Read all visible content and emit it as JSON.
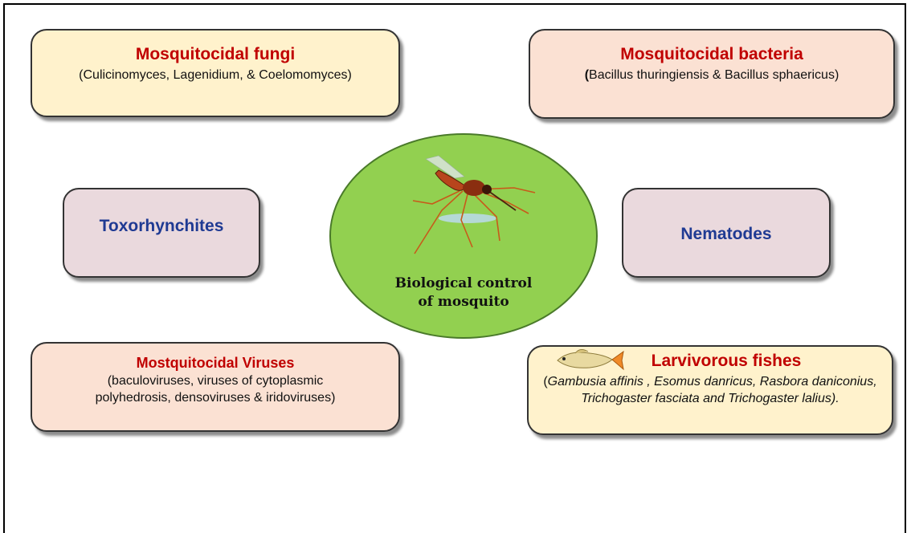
{
  "nodes": {
    "fungi": {
      "title": "Mosquitocidal fungi",
      "subtitle": "(Culicinomyces, Lagenidium, & Coelomomyces)"
    },
    "bacteria": {
      "title": "Mosquitocidal bacteria",
      "subtitle_bold": "(",
      "subtitle": "Bacillus thuringiensis  & Bacillus sphaericus)"
    },
    "toxorhynchites": {
      "title": "Toxorhynchites"
    },
    "nematodes": {
      "title": "Nematodes"
    },
    "viruses": {
      "title": "Mostquitocidal Viruses",
      "subtitle": "(baculoviruses, viruses of cytoplasmic polyhedrosis, densoviruses & iridoviruses)"
    },
    "fishes": {
      "title": "Larvivorous fishes",
      "subtitle": "Gambusia affinis , Esomus danricus, Rasbora daniconius, Trichogaster fasciata and Trichogaster lalius).",
      "subtitle_open": "("
    }
  },
  "center": {
    "label_line1": "Biological control",
    "label_line2": "of mosquito"
  },
  "colors": {
    "fungi_fill": "#fff2cc",
    "bacteria_fill": "#fbe1d3",
    "toxorhynchites_fill": "#ead9dd",
    "nematodes_fill": "#ead9dd",
    "viruses_fill": "#fbe1d3",
    "fishes_fill": "#fff2cc",
    "center_fill": "#92d050",
    "title_red": "#c00000",
    "title_blue": "#1f3a93"
  },
  "icons": {
    "center_image": "mosquito-icon",
    "fish_image": "fish-icon"
  }
}
